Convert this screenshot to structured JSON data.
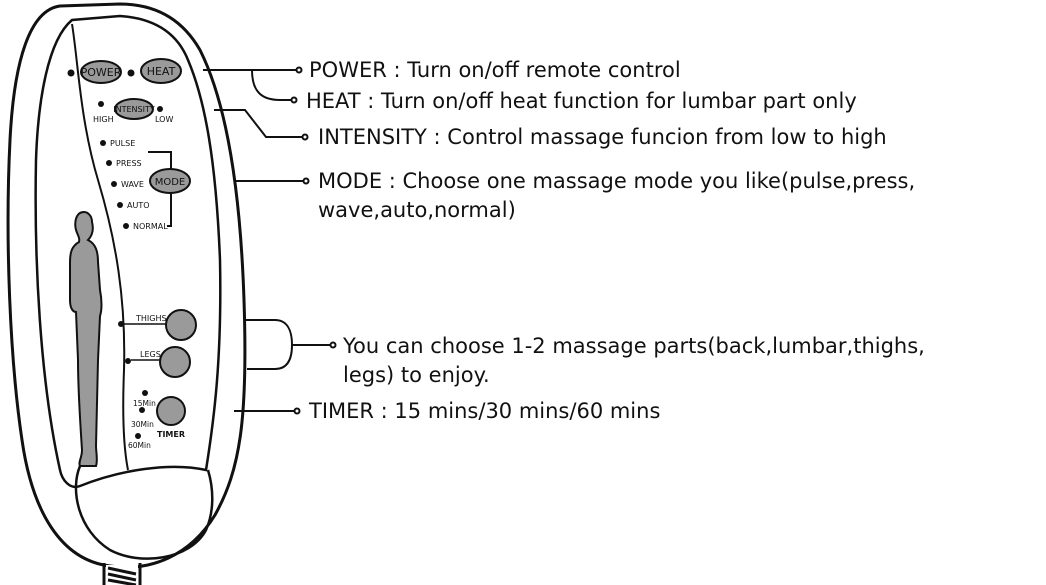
{
  "remote": {
    "buttons": {
      "power": "POWER",
      "heat": "HEAT",
      "intensity": "INTENSITY",
      "mode": "MODE",
      "timer": "TIMER"
    },
    "intensity_levels": {
      "high": "HIGH",
      "low": "LOW"
    },
    "modes": [
      "PULSE",
      "PRESS",
      "WAVE",
      "AUTO",
      "NORMAL"
    ],
    "parts": {
      "thighs": "THIGHS",
      "legs": "LEGS"
    },
    "timer_options": [
      "15Min",
      "30Min",
      "60Min"
    ]
  },
  "descriptions": {
    "power": "POWER : Turn on/off remote control",
    "heat": "HEAT : Turn on/off heat function for lumbar part only",
    "intensity": "INTENSITY : Control massage funcion from low to high",
    "mode_line1": "MODE : Choose one massage mode you like(pulse,press,",
    "mode_line2": "wave,auto,normal)",
    "parts_line1": "You can choose 1-2 massage parts(back,lumbar,thighs,",
    "parts_line2": "legs) to enjoy.",
    "timer": "TIMER : 15 mins/30 mins/60 mins"
  }
}
